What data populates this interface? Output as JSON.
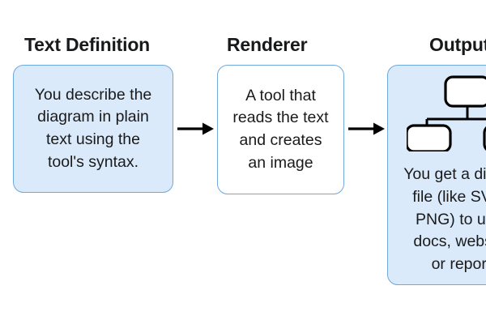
{
  "diagram": {
    "type": "flowchart",
    "background_color": "#ffffff",
    "accent_fill": "#daeafb",
    "accent_border": "#6fa8dc",
    "text_color": "#1a1a1a",
    "stages": [
      {
        "id": "text-definition",
        "title": "Text Definition",
        "body": "You describe the\ndiagram in plain\ntext using the\ntool's syntax.",
        "filled": true,
        "has_icon": false
      },
      {
        "id": "renderer",
        "title": "Renderer",
        "body": "A tool that\nreads the text\nand creates\nan image",
        "filled": false,
        "has_icon": false
      },
      {
        "id": "output",
        "title": "Output",
        "body": "You get a diagram\nfile (like SVG or\nPNG) to use in\ndocs, websites,\nor reports.",
        "filled": true,
        "has_icon": true,
        "icon_name": "org-chart-icon",
        "cropped_at_right_edge": true
      }
    ],
    "connectors": [
      {
        "id": "arrow-1",
        "from": "text-definition",
        "to": "renderer",
        "glyph": "arrow-right-icon"
      },
      {
        "id": "arrow-2",
        "from": "renderer",
        "to": "output",
        "glyph": "arrow-right-icon"
      }
    ]
  }
}
